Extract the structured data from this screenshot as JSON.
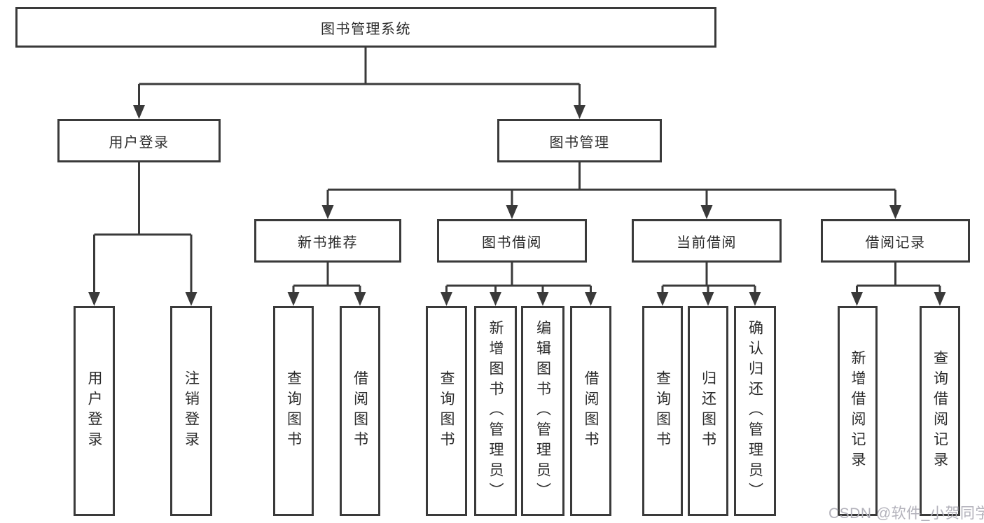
{
  "watermark": "CSDN @软件_小贺同学",
  "colors": {
    "line": "#3a3a3a",
    "text": "#2b2b2b",
    "background": "#ffffff",
    "watermark": "#b3b2bb"
  },
  "tree": {
    "root": {
      "label": "图书管理系统"
    },
    "level2": [
      {
        "label": "用户登录",
        "children": [
          {
            "label": "用户登录"
          },
          {
            "label": "注销登录"
          }
        ]
      },
      {
        "label": "图书管理",
        "children": [
          {
            "label": "新书推荐",
            "children": [
              {
                "label": "查询图书"
              },
              {
                "label": "借阅图书"
              }
            ]
          },
          {
            "label": "图书借阅",
            "children": [
              {
                "label": "查询图书"
              },
              {
                "label": "新增图书（管理员）"
              },
              {
                "label": "编辑图书（管理员）"
              },
              {
                "label": "借阅图书"
              }
            ]
          },
          {
            "label": "当前借阅",
            "children": [
              {
                "label": "查询图书"
              },
              {
                "label": "归还图书"
              },
              {
                "label": "确认归还（管理员）"
              }
            ]
          },
          {
            "label": "借阅记录",
            "children": [
              {
                "label": "新增借阅记录"
              },
              {
                "label": "查询借阅记录"
              }
            ]
          }
        ]
      }
    ]
  }
}
